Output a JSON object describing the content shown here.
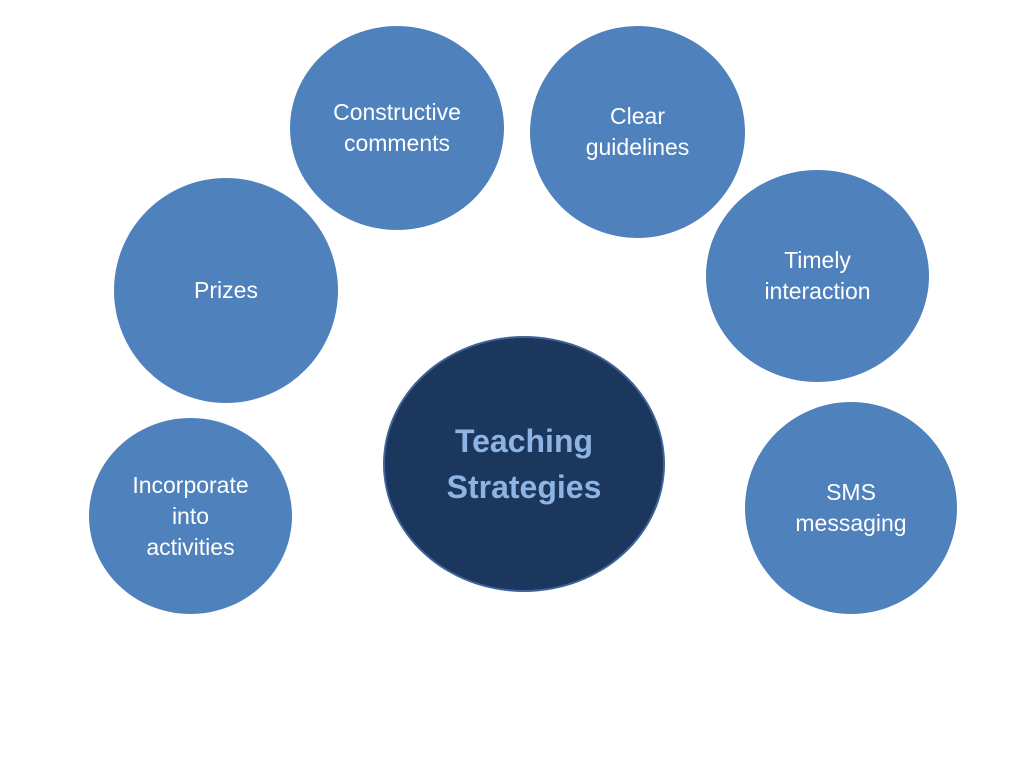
{
  "diagram": {
    "center": {
      "label": "Teaching\nStrategies",
      "fill_color": "#1c375e",
      "text_color": "#8eb4e3"
    },
    "nodes": [
      {
        "id": "constructive",
        "label": "Constructive\ncomments"
      },
      {
        "id": "clear",
        "label": "Clear\nguidelines"
      },
      {
        "id": "prizes",
        "label": "Prizes"
      },
      {
        "id": "timely",
        "label": "Timely\ninteraction"
      },
      {
        "id": "incorporate",
        "label": "Incorporate\ninto\nactivities"
      },
      {
        "id": "sms",
        "label": "SMS\nmessaging"
      }
    ],
    "node_color": "#4f81bd",
    "node_text_color": "#ffffff"
  }
}
